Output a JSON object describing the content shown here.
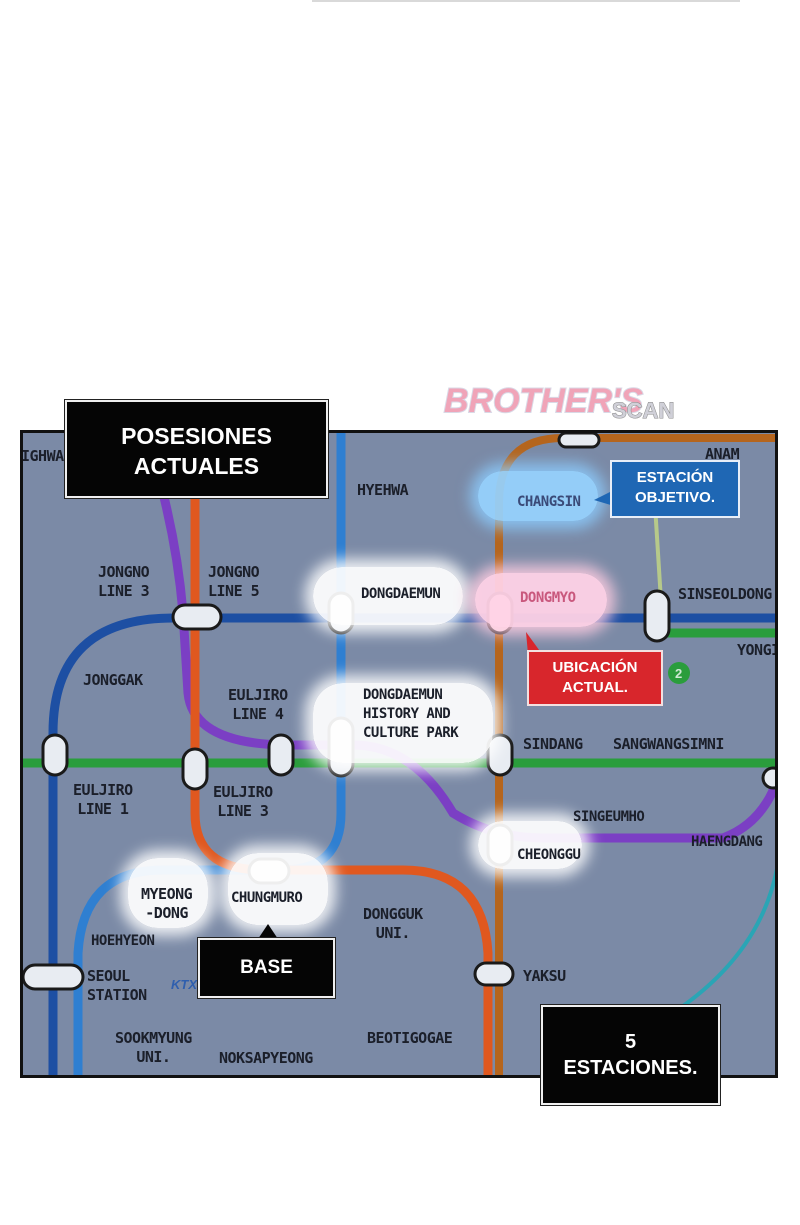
{
  "watermark": {
    "brand": "BROTHER'S",
    "suffix": "SCAN"
  },
  "callouts": {
    "possessions": "POSESIONES\nACTUALES",
    "target": "ESTACIÓN\nOBJETIVO.",
    "current": "UBICACIÓN\nACTUAL.",
    "base": "BASE",
    "stations_left": "5\nESTACIONES."
  },
  "stations": {
    "anam": "ANAM",
    "ighwa": "IGHWA",
    "hyehwa": "HYEHWA",
    "changsin": "CHANGSIN",
    "jongno3": "JONGNO\nLINE 3",
    "jongno5": "JONGNO\nLINE 5",
    "dongdaemun": "DONGDAEMUN",
    "dongmyo": "DONGMYO",
    "sinseoldong": "SINSEOLDONG",
    "yongi": "YONGI",
    "jonggak": "JONGGAK",
    "euljiro4": "EULJIRO\nLINE 4",
    "ddp": "DONGDAEMUN\nHISTORY AND\nCULTURE PARK",
    "sindang": "SINDANG",
    "sangwangsimni": "SANGWANGSIMNI",
    "euljiro1": "EULJIRO\nLINE 1",
    "euljiro3": "EULJIRO\nLINE 3",
    "singeumho": "SINGEUMHO",
    "haengdang": "HAENGDANG",
    "cheonggu": "CHEONGGU",
    "myeongdong": "MYEONG\n-DONG",
    "chungmuro": "CHUNGMURO",
    "dongguk": "DONGGUK\nUNI.",
    "hoehyeon": "HOEHYEON",
    "seoul": "SEOUL\nSTATION",
    "yaksu": "YAKSU",
    "sookmyung": "SOOKMYUNG\nUNI.",
    "noksapyeong": "NOKSAPYEONG",
    "beotigogae": "BEOTIGOGAE",
    "ktx": "KTX",
    "line2": "2"
  },
  "colors": {
    "line1": "#1d3f8c",
    "line2": "#2a9d3c",
    "line3": "#e0581f",
    "line4": "#2f7fd1",
    "line5": "#7b3fc4",
    "line6": "#b5651d",
    "target_callout": "#1f67b4",
    "current_callout": "#d8262c",
    "map_background": "#7b8aa6"
  }
}
